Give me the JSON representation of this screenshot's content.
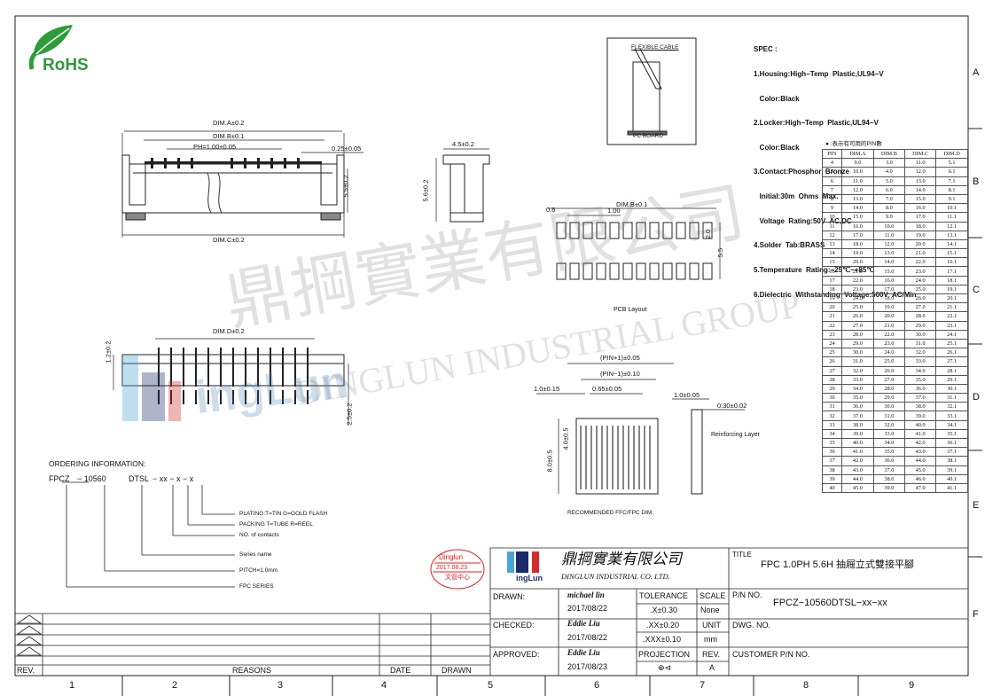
{
  "rohs": "RoHS",
  "spec": {
    "heading": "SPEC :",
    "lines": [
      "1.Housing:High−Temp  Plastic,UL94−V",
      "   Color:Black",
      "2.Locker:High−Temp  Plastic,UL94−V",
      "   Color:Black",
      "3.Contact:Phosphor  Bronze",
      "   Initial:30m  Ohms  Max.",
      "   Voltage  Rating:50V  AC,DC",
      "4.Solder  Tab:BRASS",
      "5.Temperature  Rating:−25℃~+85℃",
      "6.Dielectric  Withstanding  Voltage:500V  AC/Min"
    ]
  },
  "pin_table": {
    "note": "● :表示有可用的PIN數",
    "headers": [
      "PIN",
      "DIM.A",
      "DIM.B",
      "DIM.C",
      "DIM.D"
    ],
    "rows": [
      [
        "4",
        "9.0",
        "3.0",
        "11.0",
        "5.1"
      ],
      [
        "5",
        "10.0",
        "4.0",
        "12.0",
        "6.1"
      ],
      [
        "6",
        "11.0",
        "5.0",
        "13.0",
        "7.1"
      ],
      [
        "7",
        "12.0",
        "6.0",
        "14.0",
        "8.1"
      ],
      [
        "8",
        "13.0",
        "7.0",
        "15.0",
        "9.1"
      ],
      [
        "9",
        "14.0",
        "8.0",
        "16.0",
        "10.1"
      ],
      [
        "10",
        "15.0",
        "9.0",
        "17.0",
        "11.1"
      ],
      [
        "11",
        "16.0",
        "10.0",
        "18.0",
        "12.1"
      ],
      [
        "12",
        "17.0",
        "11.0",
        "19.0",
        "13.1"
      ],
      [
        "13",
        "18.0",
        "12.0",
        "20.0",
        "14.1"
      ],
      [
        "14",
        "19.0",
        "13.0",
        "21.0",
        "15.1"
      ],
      [
        "15",
        "20.0",
        "14.0",
        "22.0",
        "16.1"
      ],
      [
        "16",
        "21.0",
        "15.0",
        "23.0",
        "17.1"
      ],
      [
        "17",
        "22.0",
        "16.0",
        "24.0",
        "18.1"
      ],
      [
        "18",
        "23.0",
        "17.0",
        "25.0",
        "19.1"
      ],
      [
        "19",
        "24.0",
        "18.0",
        "26.0",
        "20.1"
      ],
      [
        "20",
        "25.0",
        "19.0",
        "27.0",
        "21.1"
      ],
      [
        "21",
        "26.0",
        "20.0",
        "28.0",
        "22.1"
      ],
      [
        "22",
        "27.0",
        "21.0",
        "29.0",
        "23.1"
      ],
      [
        "23",
        "28.0",
        "22.0",
        "30.0",
        "24.1"
      ],
      [
        "24",
        "29.0",
        "23.0",
        "31.0",
        "25.1"
      ],
      [
        "25",
        "30.0",
        "24.0",
        "32.0",
        "26.1"
      ],
      [
        "26",
        "31.0",
        "25.0",
        "33.0",
        "27.1"
      ],
      [
        "27",
        "32.0",
        "26.0",
        "34.0",
        "28.1"
      ],
      [
        "28",
        "33.0",
        "27.0",
        "35.0",
        "29.1"
      ],
      [
        "29",
        "34.0",
        "28.0",
        "36.0",
        "30.1"
      ],
      [
        "30",
        "35.0",
        "29.0",
        "37.0",
        "31.1"
      ],
      [
        "31",
        "36.0",
        "30.0",
        "38.0",
        "32.1"
      ],
      [
        "32",
        "37.0",
        "31.0",
        "39.0",
        "33.1"
      ],
      [
        "33",
        "38.0",
        "32.0",
        "40.0",
        "34.1"
      ],
      [
        "34",
        "39.0",
        "33.0",
        "41.0",
        "35.1"
      ],
      [
        "35",
        "40.0",
        "34.0",
        "42.0",
        "36.1"
      ],
      [
        "36",
        "41.0",
        "35.0",
        "43.0",
        "37.1"
      ],
      [
        "37",
        "42.0",
        "36.0",
        "44.0",
        "38.1"
      ],
      [
        "38",
        "43.0",
        "37.0",
        "45.0",
        "39.1"
      ],
      [
        "39",
        "44.0",
        "38.0",
        "46.0",
        "40.1"
      ],
      [
        "40",
        "45.0",
        "39.0",
        "47.0",
        "41.1"
      ]
    ]
  },
  "dims": {
    "dim_a": "DIM.A±0.2",
    "dim_b": "DIM.B±0.1",
    "pitch": "PH=1.00±0.05",
    "offset": "0.25±0.05",
    "height_55": "5.5±0.2",
    "dim_c": "DIM.C±0.2",
    "side_width": "4.5±0.2",
    "side_height": "5.6±0.2",
    "dim_d": "DIM.D±0.2",
    "height_12": "1.2±0.2",
    "height_25": "2.5±0.2",
    "pcb_dim_b": "DIM.B±0.1",
    "pcb_06": "0.6",
    "pcb_100": "1.00",
    "pcb_20": "2.0",
    "pcb_55": "5.5",
    "pin_plus": "(PIN+1)±0.05",
    "pin_minus": "(PIN−1)±0.10",
    "d_1015": "1.0±0.15",
    "d_065": "0.65±0.05",
    "d_1005": "1.0±0.05",
    "d_030": "0.30±0.02",
    "d_40": "4.0±0.5",
    "d_80": "8.0±0.5"
  },
  "labels": {
    "flexible_cable": "FLEXIBLE CABLE",
    "pc_board": "PC BOARD",
    "pcb_layout": "PCB Layout",
    "recommended": "RECOMMENDED FFC/FPC DIM.",
    "reinforcing": "Reinforcing Layer"
  },
  "ordering": {
    "title": "ORDERING INFORMATION:",
    "code_1": "FPCZ",
    "code_2": "−  10560",
    "code_3": "DTSL",
    "code_4": "−  xx  − x  − x",
    "items": [
      "PLATING:T=TIN  G=GOLD FLASH",
      "PACKING  T=TUBE  R=REEL",
      "NO. of contacts",
      "Series name",
      "PITCH=1.0mm",
      "FPC SERIES"
    ]
  },
  "stamp": {
    "line1": "Dinglun",
    "line2": "2017.08.23",
    "line3": "文管中心"
  },
  "company": {
    "cn": "鼎掆實業有限公司",
    "en": "DINGLUN  INDUSTRIAL  CO.  LTD.",
    "logo": "ingLun"
  },
  "title_block": {
    "title_label": "TITLE",
    "title": "FPC 1.0PH 5.6H  抽屜立式雙接平腳",
    "drawn_label": "DRAWN:",
    "drawn_name": "michael lin",
    "drawn_date": "2017/08/22",
    "checked_label": "CHECKED:",
    "checked_name": "Eddie Liu",
    "checked_date": "2017/08/22",
    "approved_label": "APPROVED:",
    "approved_name": "Eddie Liu",
    "approved_date": "2017/08/23",
    "tolerance_label": "TOLERANCE",
    "scale_label": "SCALE",
    "tol_1": ".X±0.30",
    "scale": "None",
    "tol_2": ".XX±0.20",
    "unit_label": "UNIT",
    "tol_3": ".XXX±0.10",
    "unit": "mm",
    "projection_label": "PROJECTION",
    "rev_label": "REV.",
    "projection_symbol": "⊕⊲",
    "rev": "A",
    "pn_label": "P/N NO.",
    "pn": "FPCZ−10560DTSL−xx−xx",
    "dwg_label": "DWG. NO.",
    "customer_label": "CUSTOMER P/N NO."
  },
  "revision": {
    "rev": "REV.",
    "reasons": "REASONS",
    "date": "DATE",
    "drawn": "DRAWN"
  },
  "grid": {
    "cols": [
      "1",
      "2",
      "3",
      "4",
      "5",
      "6",
      "7",
      "8",
      "9"
    ],
    "rows": [
      "A",
      "B",
      "C",
      "D",
      "E",
      "F"
    ]
  },
  "watermark": {
    "cn": "鼎掆實業有限公司",
    "en": "DINGLUN  INDUSTRIAL  GROUP",
    "logo": "ingLun"
  }
}
